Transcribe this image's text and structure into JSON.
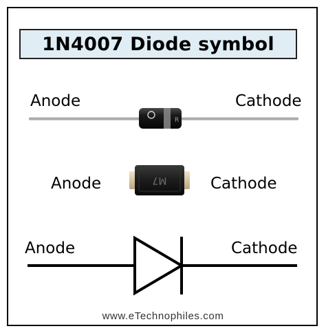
{
  "title": "1N4007 Diode symbol",
  "rows": {
    "axial": {
      "anode_label": "Anode",
      "cathode_label": "Cathode",
      "body_marking": "R"
    },
    "smd": {
      "anode_label": "Anode",
      "cathode_label": "Cathode",
      "body_marking": "M7"
    },
    "symbol": {
      "anode_label": "Anode",
      "cathode_label": "Cathode"
    }
  },
  "footer": {
    "website": "www.eTechnophiles.com"
  },
  "colors": {
    "title_background": "#e1edf5",
    "component_body": "#1e1e1e",
    "lead_wire": "#b5b5b5",
    "solder_pad": "#d9c9a6"
  }
}
